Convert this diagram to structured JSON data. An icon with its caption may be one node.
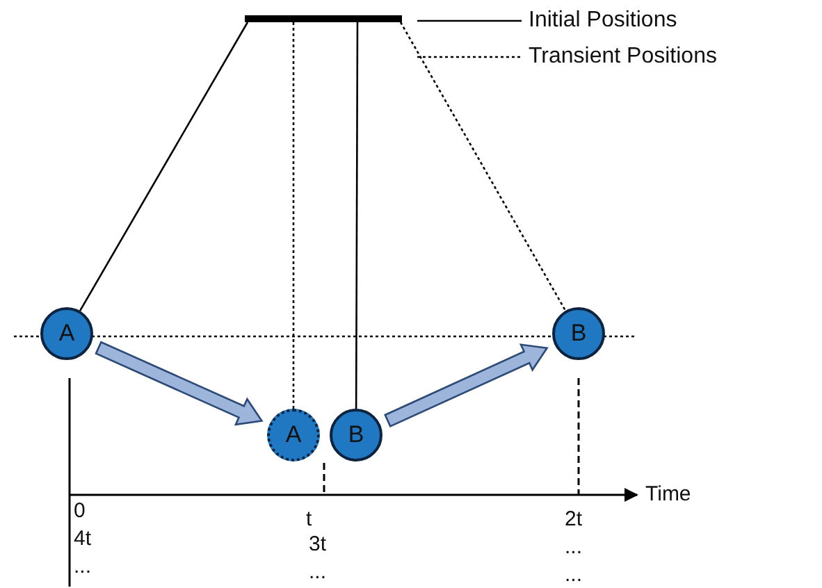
{
  "diagram": {
    "nodes": [
      {
        "text": [],
        "shape": "bar"
      },
      {
        "text": [
          "A"
        ]
      },
      {
        "text": [
          "A"
        ]
      },
      {
        "text": [
          "B"
        ]
      },
      {
        "text": [
          "B"
        ]
      }
    ],
    "edges": [
      {
        "from": 0,
        "to": 1,
        "arrow": "none"
      },
      {
        "from": 0,
        "to": 2,
        "arrow": "none",
        "style": "dashed"
      },
      {
        "from": 0,
        "to": 3,
        "arrow": "none"
      },
      {
        "from": 0,
        "to": 4,
        "arrow": "none",
        "style": "dashed"
      },
      {
        "from": 1,
        "to": 2,
        "arrow": "to",
        "style": "thick",
        "color": "#9db5da"
      },
      {
        "from": 3,
        "to": 4,
        "arrow": "to",
        "style": "thick",
        "color": "#9db5da"
      }
    ],
    "labels": [
      "Time",
      "0",
      "t",
      "2t",
      "4t",
      "3t",
      "...",
      "...",
      "...",
      "..."
    ],
    "legend": [
      {
        "text": "Initial Positions"
      },
      {
        "text": "Transient Positions"
      }
    ]
  }
}
